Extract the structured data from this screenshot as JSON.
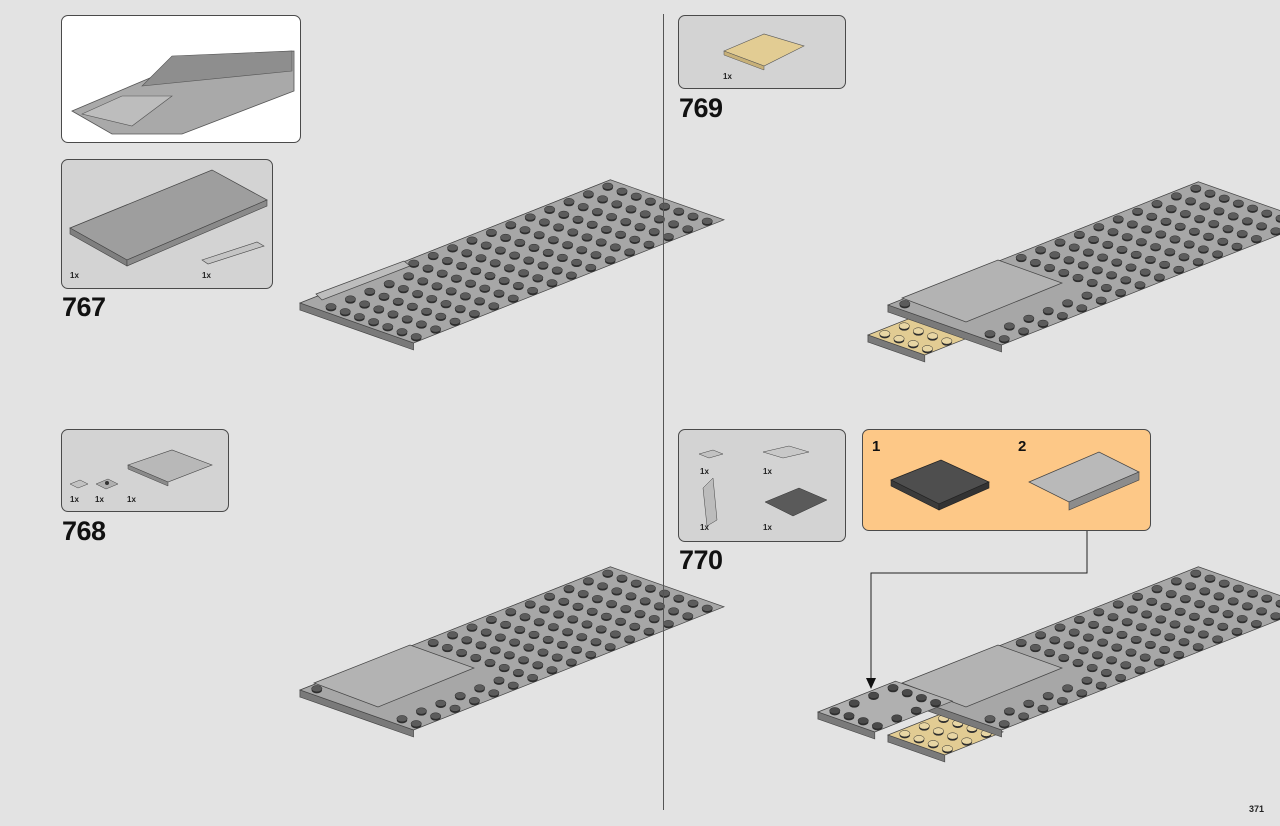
{
  "page": {
    "number": "371"
  },
  "steps": {
    "s767": {
      "number": "767",
      "parts": [
        {
          "qty": "1x"
        },
        {
          "qty": "1x"
        }
      ]
    },
    "s768": {
      "number": "768",
      "parts": [
        {
          "qty": "1x"
        },
        {
          "qty": "1x"
        },
        {
          "qty": "1x"
        }
      ]
    },
    "s769": {
      "number": "769",
      "parts": [
        {
          "qty": "1x"
        }
      ]
    },
    "s770": {
      "number": "770",
      "parts": [
        {
          "qty": "1x"
        },
        {
          "qty": "1x"
        },
        {
          "qty": "1x"
        },
        {
          "qty": "1x"
        }
      ],
      "substeps": [
        "1",
        "2"
      ]
    }
  },
  "colors": {
    "background": "#e3e3e3",
    "plate": "#a7a7a7",
    "stud": "#5c5c5c",
    "tan": "#e2cc93",
    "callout": "#fdc887"
  }
}
